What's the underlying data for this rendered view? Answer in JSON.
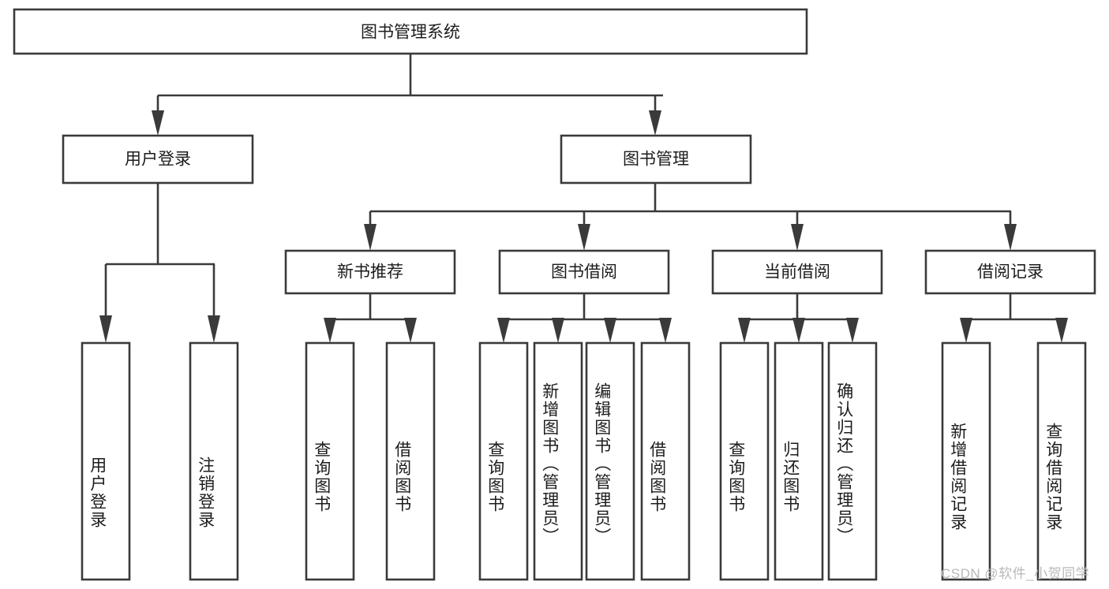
{
  "diagram": {
    "type": "tree-hierarchy",
    "title": "图书管理系统",
    "root": {
      "label": "图书管理系统",
      "orientation": "horizontal"
    },
    "level1": [
      {
        "label": "用户登录",
        "orientation": "horizontal"
      },
      {
        "label": "图书管理",
        "orientation": "horizontal"
      }
    ],
    "level2": [
      {
        "label": "新书推荐",
        "orientation": "horizontal",
        "parent": "图书管理"
      },
      {
        "label": "图书借阅",
        "orientation": "horizontal",
        "parent": "图书管理"
      },
      {
        "label": "当前借阅",
        "orientation": "horizontal",
        "parent": "图书管理"
      },
      {
        "label": "借阅记录",
        "orientation": "horizontal",
        "parent": "图书管理"
      }
    ],
    "leaves_user_login": [
      {
        "label": "用户登录",
        "orientation": "vertical"
      },
      {
        "label": "注销登录",
        "orientation": "vertical"
      }
    ],
    "leaves_new_book": [
      {
        "label": "查询图书",
        "orientation": "vertical"
      },
      {
        "label": "借阅图书",
        "orientation": "vertical"
      }
    ],
    "leaves_borrow": [
      {
        "label": "查询图书",
        "orientation": "vertical"
      },
      {
        "label": "新增图书（管理员）",
        "orientation": "vertical"
      },
      {
        "label": "编辑图书（管理员）",
        "orientation": "vertical"
      },
      {
        "label": "借阅图书",
        "orientation": "vertical"
      }
    ],
    "leaves_current": [
      {
        "label": "查询图书",
        "orientation": "vertical"
      },
      {
        "label": "归还图书",
        "orientation": "vertical"
      },
      {
        "label": "确认归还（管理员）",
        "orientation": "vertical"
      }
    ],
    "leaves_record": [
      {
        "label": "新增借阅记录",
        "orientation": "vertical"
      },
      {
        "label": "查询借阅记录",
        "orientation": "vertical"
      }
    ]
  },
  "watermark": {
    "text": "CSDN @软件_小贺同学"
  },
  "colors": {
    "box_stroke": "#3a3a3a",
    "box_fill": "#ffffff",
    "text": "#1c1c1c",
    "connector": "#3a3a3a",
    "background": "#ffffff",
    "watermark": "#b9b9b9"
  }
}
